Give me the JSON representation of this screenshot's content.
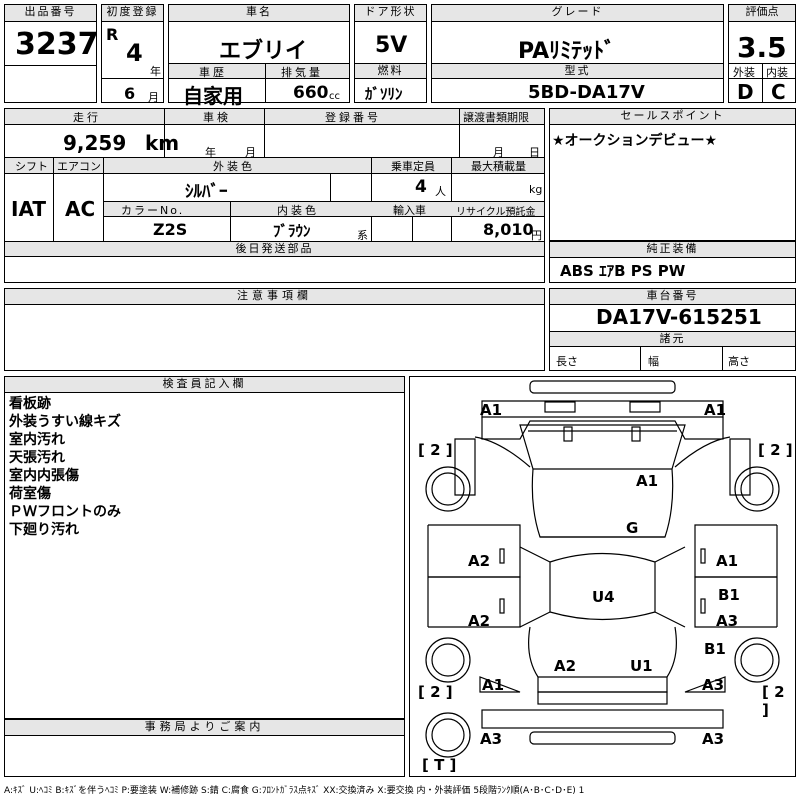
{
  "header": {
    "lot_no_label": "出品番号",
    "lot_no": "3237",
    "first_reg_label": "初度登録",
    "era": "R",
    "year": "4",
    "year_unit": "年",
    "month": "6",
    "month_unit": "月",
    "car_name_label": "車名",
    "car_name": "エブリイ",
    "car_history_label": "車歴",
    "car_history": "自家用",
    "displacement_label": "排気量",
    "displacement": "660",
    "displacement_unit": "cc",
    "door_label": "ドア形状",
    "door": "5V",
    "fuel_label": "燃料",
    "fuel": "ｶﾞｿﾘﾝ",
    "grade_label": "グレード",
    "grade": "PAﾘﾐﾃｯﾄﾞ",
    "model_label": "型式",
    "model": "5BD-DA17V",
    "score_label": "評価点",
    "score": "3.5",
    "exterior_label": "外装",
    "exterior": "D",
    "interior_label": "内装",
    "interior": "C"
  },
  "row2": {
    "mileage_label": "走行",
    "mileage": "9,259",
    "mileage_unit": "km",
    "inspection_label": "車検",
    "inspection_year_unit": "年",
    "inspection_month_unit": "月",
    "reg_no_label": "登録番号",
    "transfer_label": "譲渡書類期限",
    "transfer_month_unit": "月",
    "transfer_day_unit": "日",
    "sales_point_label": "セールスポイント",
    "sales_point": "★オークションデビュー★"
  },
  "row3": {
    "shift_label": "シフト",
    "shift": "IAT",
    "aircon_label": "エアコン",
    "aircon": "AC",
    "ext_color_label": "外装色",
    "ext_color": "ｼﾙﾊﾞｰ",
    "capacity_label": "乗車定員",
    "capacity": "4",
    "capacity_unit": "人",
    "max_load_label": "最大積載量",
    "max_load_unit": "kg",
    "color_no_label": "カラーNo.",
    "color_no": "Z2S",
    "int_color_label": "内装色",
    "int_color": "ﾌﾞﾗｳﾝ",
    "int_color_suffix": "系",
    "import_label": "輸入車",
    "recycle_label": "リサイクル預託金",
    "recycle": "8,010",
    "recycle_unit": "円"
  },
  "parts_label": "後日発送部品",
  "equipment_label": "純正装備",
  "equipment": "ABS ｴｱB PS PW",
  "notes_label": "注意事項欄",
  "chassis_label": "車台番号",
  "chassis": "DA17V-615251",
  "specs_label": "諸元",
  "length_label": "長さ",
  "width_label": "幅",
  "height_label": "高さ",
  "inspector_label": "検査員記入欄",
  "inspector_notes": [
    "看板跡",
    "外装うすい線キズ",
    "室内汚れ",
    "天張汚れ",
    "室内内張傷",
    "荷室傷",
    "ＰＷフロントのみ",
    "下廻り汚れ"
  ],
  "office_label": "事務局よりご案内",
  "diagram": {
    "tire_marks": [
      "[ 2 ]",
      "[ 2 ]",
      "[ 2 ]",
      "[ 2 ]",
      "[ T ]"
    ],
    "damage": [
      "A1",
      "A1",
      "A1",
      "G",
      "A2",
      "A1",
      "A2",
      "B1",
      "A3",
      "U4",
      "B1",
      "A2",
      "U1",
      "A1",
      "A3",
      "A3",
      "A3"
    ]
  },
  "legend": "A:ｷｽﾞ U:ﾍｺﾐ B:ｷｽﾞを伴うﾍｺﾐ P:要塗装 W:補修跡 S:錆 C:腐食 G:ﾌﾛﾝﾄｶﾞﾗｽ点ｷｽﾞ XX:交換済み X:要交換  内・外装評価 5段階ﾗﾝｸ順(A･B･C･D･E) 1"
}
